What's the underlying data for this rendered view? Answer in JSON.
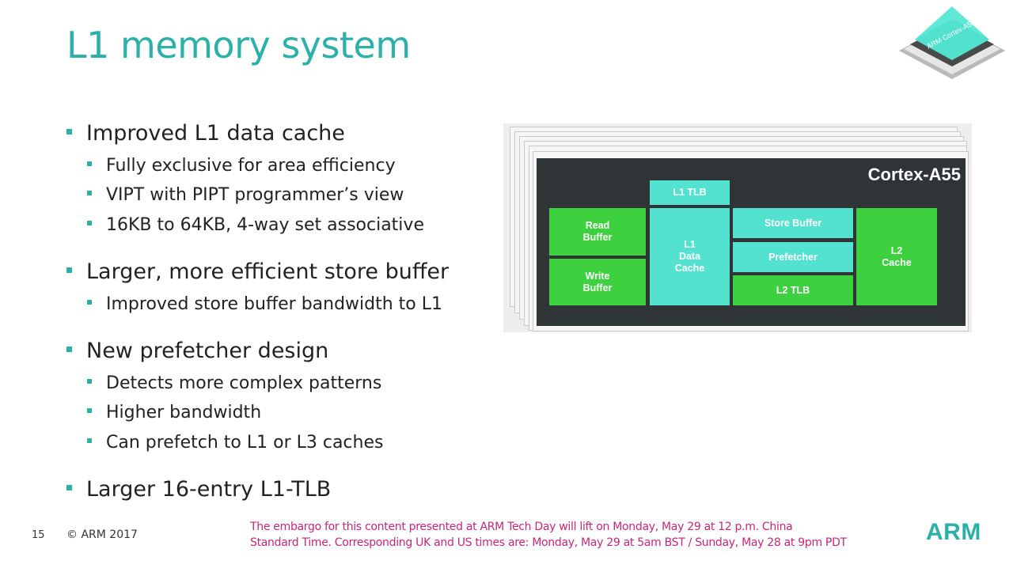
{
  "slide": {
    "title": "L1 memory system",
    "page_number": "15",
    "copyright": "© ARM 2017",
    "embargo_line1": "The embargo for this content presented at ARM Tech Day will lift on Monday, May 29 at 12 p.m. China",
    "embargo_line2": "Standard Time. Corresponding UK and US times are: Monday, May 29 at 5am BST / Sunday, May 28 at 9pm PDT",
    "logo": "ARM",
    "chip_label": "ARM Cortex-A55"
  },
  "bullets": [
    {
      "text": "Improved L1 data cache",
      "subs": [
        "Fully exclusive for area efficiency",
        "VIPT with PIPT programmer’s view",
        "16KB to 64KB, 4-way set associative"
      ]
    },
    {
      "text": "Larger, more efficient store buffer",
      "subs": [
        "Improved store buffer bandwidth to L1"
      ]
    },
    {
      "text": "New prefetcher design",
      "subs": [
        "Detects more complex patterns",
        "Higher bandwidth",
        "Can prefetch to L1 or L3 caches"
      ]
    },
    {
      "text": "Larger 16-entry L1-TLB",
      "subs": []
    }
  ],
  "diagram": {
    "core_label": "Cortex-A55",
    "blocks": {
      "l1_tlb": "L1 TLB",
      "read_buffer": "Read\nBuffer",
      "write_buffer": "Write\nBuffer",
      "l1_data_cache": "L1\nData\nCache",
      "store_buffer": "Store Buffer",
      "prefetcher": "Prefetcher",
      "l2_tlb": "L2 TLB",
      "l2_cache": "L2\nCache"
    },
    "colors": {
      "green": "#3dd13f",
      "teal": "#53e2cf",
      "core": "#2f3437",
      "accent": "#2bb1a9",
      "embargo": "#c8267a"
    }
  }
}
